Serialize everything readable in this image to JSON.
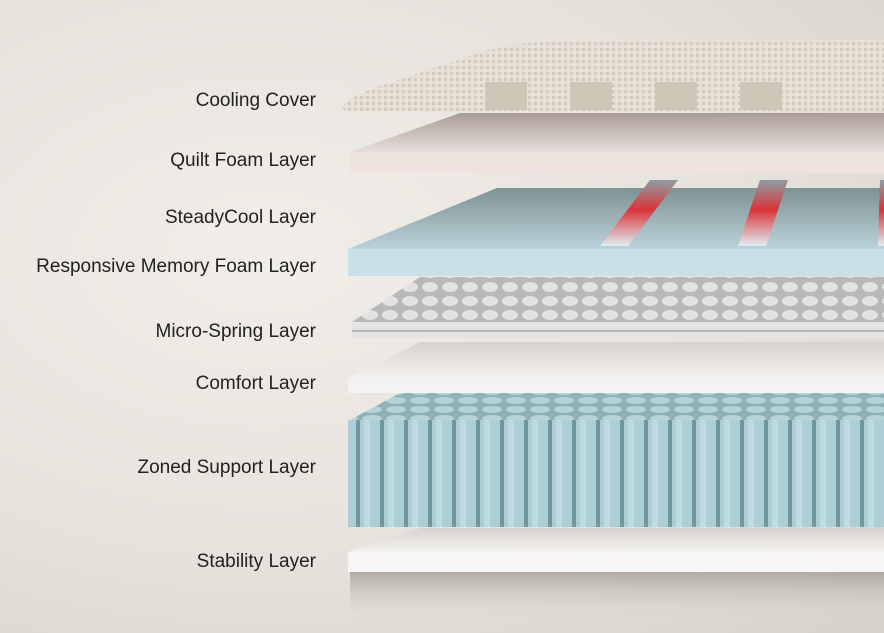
{
  "layers": [
    {
      "label": "Cooling Cover"
    },
    {
      "label": "Quilt Foam Layer"
    },
    {
      "label": "SteadyCool Layer"
    },
    {
      "label": "Responsive Memory Foam Layer"
    },
    {
      "label": "Micro-Spring Layer"
    },
    {
      "label": "Comfort Layer"
    },
    {
      "label": "Zoned Support Layer"
    },
    {
      "label": "Stability Layer"
    }
  ],
  "colors": {
    "cover": "#e6e0d6",
    "quilt_foam": "#efe3df",
    "steadycool": "#8e9fa2",
    "steadycool_heat": "#d9343a",
    "memory_foam": "#c9e0e7",
    "micro_spring": "#cfcfcf",
    "comfort": "#f5f3f1",
    "zoned_support": "#a9cdd2",
    "stability": "#f7f6f4"
  }
}
